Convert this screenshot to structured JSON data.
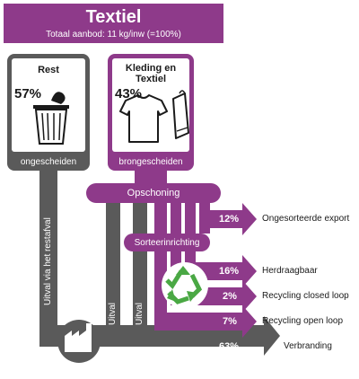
{
  "header": {
    "title": "Textiel",
    "subtitle": "Totaal aanbod: 11 kg/inw (=100%)"
  },
  "boxes": {
    "rest": {
      "title": "Rest",
      "percent": "57%",
      "footer": "ongescheiden"
    },
    "kleding": {
      "title_line1": "Kleding en",
      "title_line2": "Textiel",
      "percent": "43%",
      "footer": "brongescheiden"
    }
  },
  "process": {
    "opschoning": "Opschoning",
    "sorteerinrichting": "Sorteerinrichting"
  },
  "side_labels": {
    "restafval": "Uitval via het restafval",
    "uitval_1": "Uitval",
    "uitval_2": "Uitval"
  },
  "outputs": [
    {
      "percent": "12%",
      "label": "Ongesorteerde export"
    },
    {
      "percent": "16%",
      "label": "Herdraagbaar"
    },
    {
      "percent": "2%",
      "label": "Recycling  closed loop"
    },
    {
      "percent": "7%",
      "label": "Recycling  open loop"
    },
    {
      "percent": "63%",
      "label": "Verbranding"
    }
  ],
  "colors": {
    "purple": "#8e3a8a",
    "dark_gray": "#5a5a5a",
    "recycle_green": "#4aa844"
  },
  "icons": [
    "waste-bin-icon",
    "tshirt-icon",
    "towel-icon",
    "recycle-icon",
    "factory-icon"
  ]
}
